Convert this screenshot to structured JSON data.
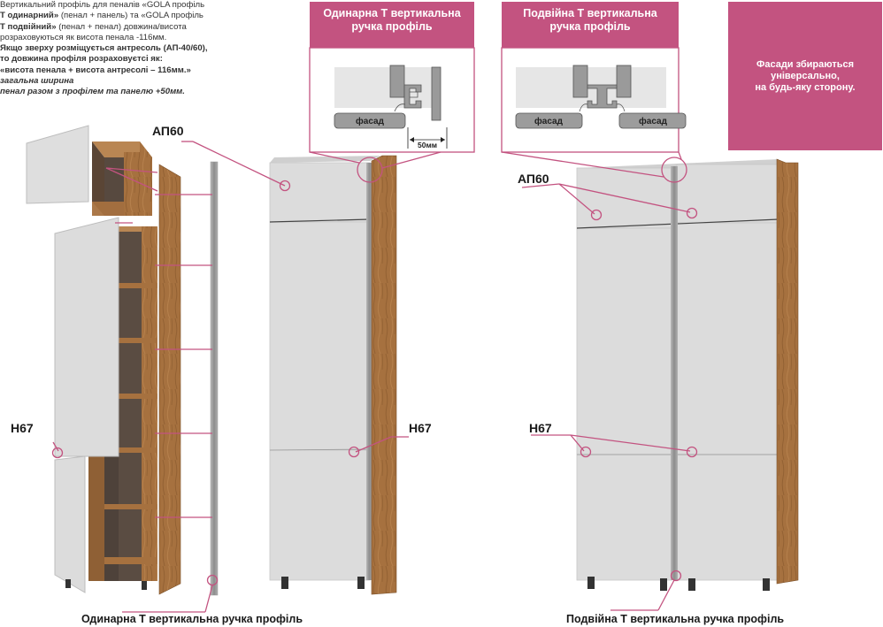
{
  "description": {
    "lines": [
      {
        "parts": [
          {
            "t": "Вертикальний профіль для пеналів «GOLA профіль",
            "s": "n"
          }
        ]
      },
      {
        "parts": [
          {
            "t": "Т одинарний»",
            "s": "b"
          },
          {
            "t": " (пенал + панель) та «GOLA профіль",
            "s": "n"
          }
        ]
      },
      {
        "parts": [
          {
            "t": "Т подвійний»",
            "s": "b"
          },
          {
            "t": " (пенал + пенал) довжина/висота",
            "s": "n"
          }
        ]
      },
      {
        "parts": [
          {
            "t": "розраховуються як висота пенала -116мм.",
            "s": "n"
          }
        ]
      },
      {
        "parts": [
          {
            "t": "Якщо зверху розміщується антресоль (АП-40/60),",
            "s": "b"
          }
        ]
      },
      {
        "parts": [
          {
            "t": "то довжина профіля розраховуєтсі як:",
            "s": "b"
          }
        ]
      },
      {
        "parts": [
          {
            "t": "«висота пенала + висота антресолі – 116мм.»",
            "s": "b"
          }
        ]
      },
      {
        "parts": [
          {
            "t": "загальна ширина",
            "s": "i"
          }
        ]
      },
      {
        "parts": [
          {
            "t": "пенал разом з профілем та панелю +50мм.",
            "s": "i"
          }
        ]
      }
    ]
  },
  "header_single": {
    "line1": "Одинарна Т вертикальна",
    "line2": "ручка профіль"
  },
  "header_double": {
    "line1": "Подвійна Т вертикальна",
    "line2": "ручка профіль"
  },
  "note": {
    "line1": "Фасади збираються",
    "line2": "універсально,",
    "line3": "на будь-яку сторону."
  },
  "detail_single": {
    "facade_label": "фасад",
    "dimension_label": "50мм"
  },
  "detail_double": {
    "facade_left_label": "фасад",
    "facade_right_label": "фасад"
  },
  "callouts": {
    "ap60_left": "АП60",
    "h67_left": "Н67",
    "h67_middle": "Н67",
    "ap60_right": "АП60",
    "h67_right": "Н67"
  },
  "captions": {
    "single": "Одинарна Т вертикальна ручка профіль",
    "double": "Подвійна Т вертикальна ручка профіль"
  },
  "colors": {
    "accent": "#c35380",
    "facade": "#dcdcdc",
    "wood": "#a5713e",
    "profile": "#9a9a9a"
  }
}
